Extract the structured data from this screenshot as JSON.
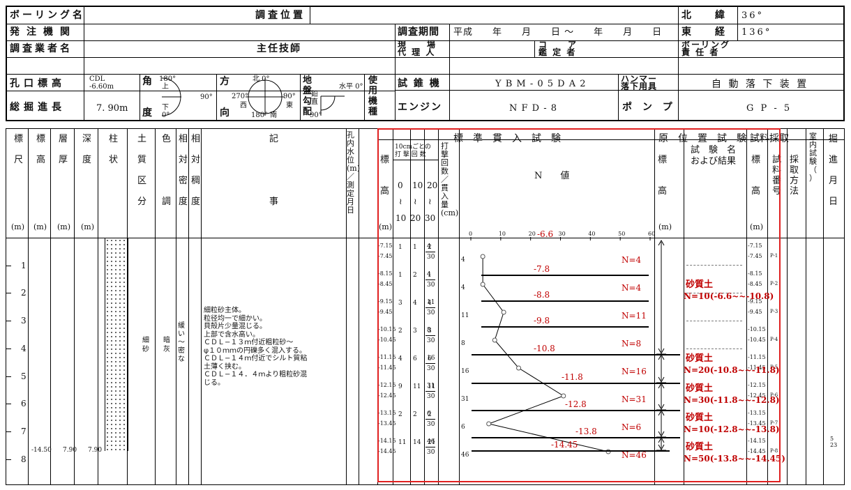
{
  "header": {
    "boring_name": "ボーリング名",
    "survey_location": "調査位置",
    "latitude_label": "北　　緯",
    "latitude_value": "36°",
    "client": "発注機関",
    "survey_period": "調査期間",
    "period_value": "平成　　年　　月　　日 ～　　年　　月　　日",
    "longitude_label": "東　　経",
    "longitude_value": "136°",
    "company": "調査業者名",
    "chief_engineer": "主任技師",
    "site_agent": "現　　場\n代 理 人",
    "core_appraiser": "コ　　ア\n鑑 定 者",
    "boring_manager": "ボーリング\n責 任 者",
    "collar_elev": "孔口標高",
    "collar_value": "CDL\n-6.60m",
    "angle": "角",
    "angle_top": "180°",
    "angle_up": "上",
    "angle_down": "下",
    "angle_right": "90°",
    "angle_bottom": "0°",
    "angle_deg": "度",
    "direction": "方",
    "direction_bottom": "向",
    "compass_n": "北 0°",
    "compass_w": "270°",
    "compass_e": "90°",
    "compass_west": "西",
    "compass_east": "東",
    "compass_s": "180° 南",
    "ground_slope": "地\n盤\n勾\n配",
    "slope_h": "水平 0°",
    "slope_v": "鉛\n直",
    "slope_90": "90°",
    "equipment": "使\n用\n機\n種",
    "drill_label": "試 錐 機",
    "drill_value": "Y B M - 0 5 D A 2",
    "hammer_label": "ハンマー\n落下用具",
    "hammer_value": "自 動 落 下 装 置",
    "total_label": "総掘進長",
    "total_value": "7. 90m",
    "engine_label": "エンジン",
    "engine_value": "N F D - 8",
    "pump_label": "ポ ン プ",
    "pump_value": "G P - 5"
  },
  "columns": {
    "scale": "標\n\n尺",
    "elev": "標\n\n高",
    "thick": "層\n\n厚",
    "depth": "深\n\n度",
    "column": "柱\n\n状",
    "soil": "土\n\n質\n\n区\n\n分",
    "color": "色\n\n\n\n\n\n調",
    "density": "相\n\n対\n\n密\n\n度",
    "consistency": "相\n\n対\n\n稠\n\n度",
    "description": "記\n\n\n\n\n\n事",
    "water": "孔\n内\n水\n位\n(m)\n／\n測\n定\n月\n日",
    "spt_title": "標　準　貫　入　試　験",
    "spt_elev": "標\n\n\n高",
    "blows_title": "10cmごとの\n打 撃 回 数",
    "blow_scale": [
      "0",
      "10",
      "20"
    ],
    "blow_scale2": [
      "10",
      "20",
      "30"
    ],
    "blow_count": "打\n撃\n回\n数\n／\n貫\n入\n量\n(cm)",
    "nvalue": "N　　値",
    "insitu_title": "原　位　置　試　験",
    "insitu_elev": "標\n\n\n高",
    "insitu_name": "試　験　名\nおよび結果",
    "sample_title": "試料採取",
    "sample_elev": "標\n\n\n高",
    "sample_no": "試\n料\n番\n号",
    "sample_method": "採\n取\n方\n法",
    "lab": "室\n内\n試\n験\n（\n）",
    "progress": "掘\n\n進\n\n月\n\n日",
    "unit_m": "(m)",
    "unit_cm": "(cm)"
  },
  "n_axis": [
    "0",
    "10",
    "20",
    "30",
    "40",
    "50",
    "60"
  ],
  "scale_marks": [
    "1",
    "2",
    "3",
    "4",
    "5",
    "6",
    "7",
    "8"
  ],
  "layer": {
    "elev": "-14.50",
    "thick": "7.90",
    "depth": "7.90",
    "soil": "細\n砂",
    "color": "暗\n灰",
    "density": "緩\nい\n〜\n密\nな",
    "description": "細粒砂主体。\n粒径均一で細かい。\n貝殻片少量混じる。\n上部で含水高い。\nＣＤＬ−１３ｍ付近粗粒砂〜\nφ１０ｍｍの円礫多く混入する。\nＣＤＬ−１４ｍ付近でシルト質粘\n土薄く挟む。\nＣＤＬ−１４．４ｍより粗粒砂混\nじる。"
  },
  "spt": [
    {
      "top": "-7.15",
      "bottom": "-7.45",
      "b": [
        "1",
        "1",
        "2"
      ],
      "count": "4",
      "pen": "30",
      "n": 4,
      "nlabel": "N=4"
    },
    {
      "top": "-8.15",
      "bottom": "-8.45",
      "b": [
        "1",
        "2",
        "1"
      ],
      "count": "4",
      "pen": "30",
      "n": 4,
      "nlabel": "N=4"
    },
    {
      "top": "-9.15",
      "bottom": "-9.45",
      "b": [
        "3",
        "4",
        "4"
      ],
      "count": "11",
      "pen": "30",
      "n": 11,
      "nlabel": "N=11"
    },
    {
      "top": "-10.15",
      "bottom": "-10.45",
      "b": [
        "2",
        "3",
        "3"
      ],
      "count": "8",
      "pen": "30",
      "n": 8,
      "nlabel": "N=8"
    },
    {
      "top": "-11.15",
      "bottom": "-11.45",
      "b": [
        "4",
        "6",
        "6"
      ],
      "count": "16",
      "pen": "30",
      "n": 16,
      "nlabel": "N=16"
    },
    {
      "top": "-12.15",
      "bottom": "-12.45",
      "b": [
        "9",
        "11",
        "11"
      ],
      "count": "31",
      "pen": "30",
      "n": 31,
      "nlabel": "N=31"
    },
    {
      "top": "-13.15",
      "bottom": "-13.45",
      "b": [
        "2",
        "2",
        "2"
      ],
      "count": "6",
      "pen": "30",
      "n": 6,
      "nlabel": "N=6"
    },
    {
      "top": "-14.15",
      "bottom": "-14.45",
      "b": [
        "11",
        "14",
        "21"
      ],
      "count": "46",
      "pen": "30",
      "n": 46,
      "nlabel": "N=46"
    }
  ],
  "boundaries": [
    "-6.6",
    "-7.8",
    "-8.8",
    "-9.8",
    "-10.8",
    "-11.8",
    "-12.8",
    "-13.8",
    "-14.45"
  ],
  "insitu": [
    {
      "name": "砂質土",
      "result": "N=10(-6.6~~-10.8)"
    },
    {
      "name": "砂質土",
      "result": "N=20(-10.8~~-11.8)"
    },
    {
      "name": "砂質土",
      "result": "N=30(-11.8~~-12.8)"
    },
    {
      "name": "砂質土",
      "result": "N=10(-12.8~~-13.8)"
    },
    {
      "name": "砂質土",
      "result": "N=50(-13.8~~-14.45)"
    }
  ],
  "samples": [
    {
      "top": "-7.15",
      "bottom": "-7.45",
      "no": "P-1"
    },
    {
      "top": "-8.15",
      "bottom": "-8.45",
      "no": "P-2"
    },
    {
      "top": "-9.15",
      "bottom": "-9.45",
      "no": "P-3"
    },
    {
      "top": "-10.15",
      "bottom": "-10.45",
      "no": "P-4"
    },
    {
      "top": "-11.15",
      "bottom": "-11.45",
      "no": "P-5"
    },
    {
      "top": "-12.15",
      "bottom": "-12.45",
      "no": "P-6"
    },
    {
      "top": "-13.15",
      "bottom": "-13.45",
      "no": "P-7"
    },
    {
      "top": "-14.15",
      "bottom": "-14.45",
      "no": "P-8"
    }
  ],
  "progress_date": "5\n23",
  "colors": {
    "highlight": "#e02020",
    "annotation": "#c00000"
  }
}
